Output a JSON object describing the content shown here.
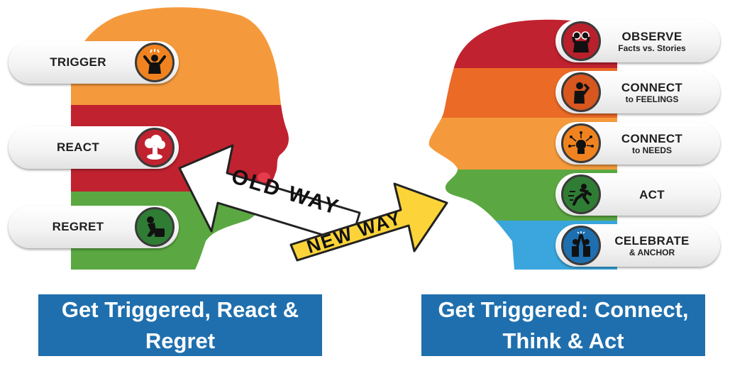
{
  "old_way": {
    "steps": [
      {
        "label": "TRIGGER",
        "icon": "angry-person-icon",
        "color": "#f0831f"
      },
      {
        "label": "REACT",
        "icon": "explosion-icon",
        "color": "#c0222f"
      },
      {
        "label": "REGRET",
        "icon": "sad-person-icon",
        "color": "#2f7d34"
      }
    ],
    "arrow_label": "OLD WAY",
    "caption": "Get Triggered, React & Regret"
  },
  "new_way": {
    "steps": [
      {
        "title": "OBSERVE",
        "subtitle": "Facts vs. Stories",
        "icon": "binoculars-person-icon",
        "color": "#b8202c"
      },
      {
        "title": "CONNECT",
        "subtitle": "to FEELINGS",
        "icon": "thinking-person-icon",
        "color": "#d7571f"
      },
      {
        "title": "CONNECT",
        "subtitle": "to NEEDS",
        "icon": "needs-head-icon",
        "color": "#f0831f"
      },
      {
        "title": "ACT",
        "subtitle": "",
        "icon": "running-person-icon",
        "color": "#2f7d34"
      },
      {
        "title": "CELEBRATE",
        "subtitle": "& ANCHOR",
        "icon": "high-five-icon",
        "color": "#1e6fb0"
      }
    ],
    "arrow_label": "NEW WAY",
    "caption": "Get Triggered: Connect, Think & Act"
  },
  "colors": {
    "orange": "#f59a3c",
    "red": "#c0222f",
    "green": "#5ba842",
    "dark_orange": "#ea6a26",
    "blue": "#3aa6dd",
    "yellow": "#fcd43a",
    "caption_blue": "#1f6fae"
  }
}
